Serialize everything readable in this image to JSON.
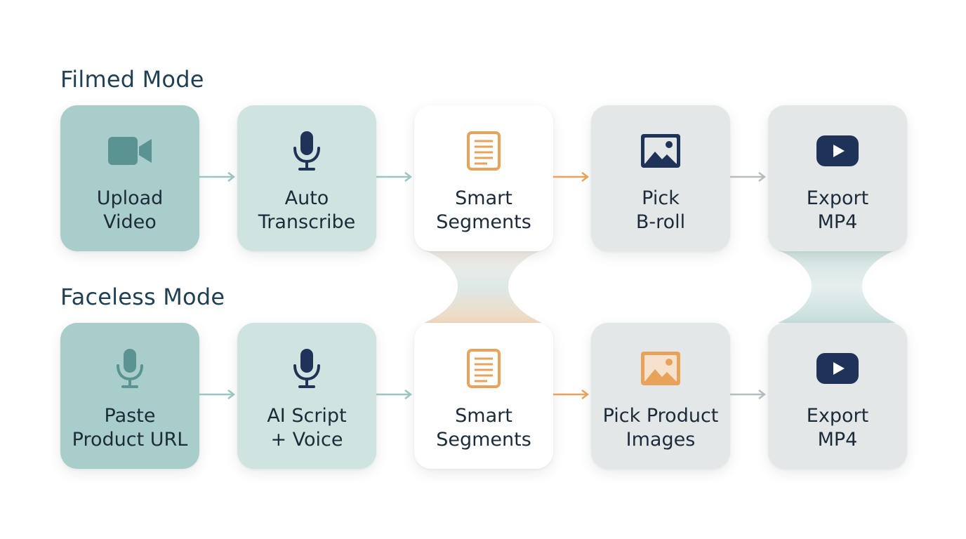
{
  "filmed": {
    "title": "Filmed Mode",
    "steps": [
      {
        "label": "Upload\nVideo",
        "icon": "video-camera-icon"
      },
      {
        "label": "Auto\nTranscribe",
        "icon": "microphone-icon"
      },
      {
        "label": "Smart\nSegments",
        "icon": "document-icon"
      },
      {
        "label": "Pick\nB-roll",
        "icon": "image-icon"
      },
      {
        "label": "Export\nMP4",
        "icon": "play-button-icon"
      }
    ]
  },
  "faceless": {
    "title": "Faceless Mode",
    "steps": [
      {
        "label": "Paste\nProduct URL",
        "icon": "microphone-icon"
      },
      {
        "label": "AI Script\n+ Voice",
        "icon": "microphone-icon"
      },
      {
        "label": "Smart\nSegments",
        "icon": "document-icon"
      },
      {
        "label": "Pick Product\nImages",
        "icon": "image-icon"
      },
      {
        "label": "Export\nMP4",
        "icon": "play-button-icon"
      }
    ]
  },
  "colors": {
    "heading": "#1f3f52",
    "card_deep_teal": "#a9cdcb",
    "card_light_teal": "#cfe3e1",
    "card_white": "#ffffff",
    "card_grey": "#e3e7e8",
    "icon_navy": "#1f3358",
    "icon_teal": "#5a9391",
    "icon_orange": "#e9a25a",
    "arrow_teal": "#9cc4c2",
    "arrow_orange": "#e9a25a",
    "arrow_grey": "#b7bdbf"
  }
}
